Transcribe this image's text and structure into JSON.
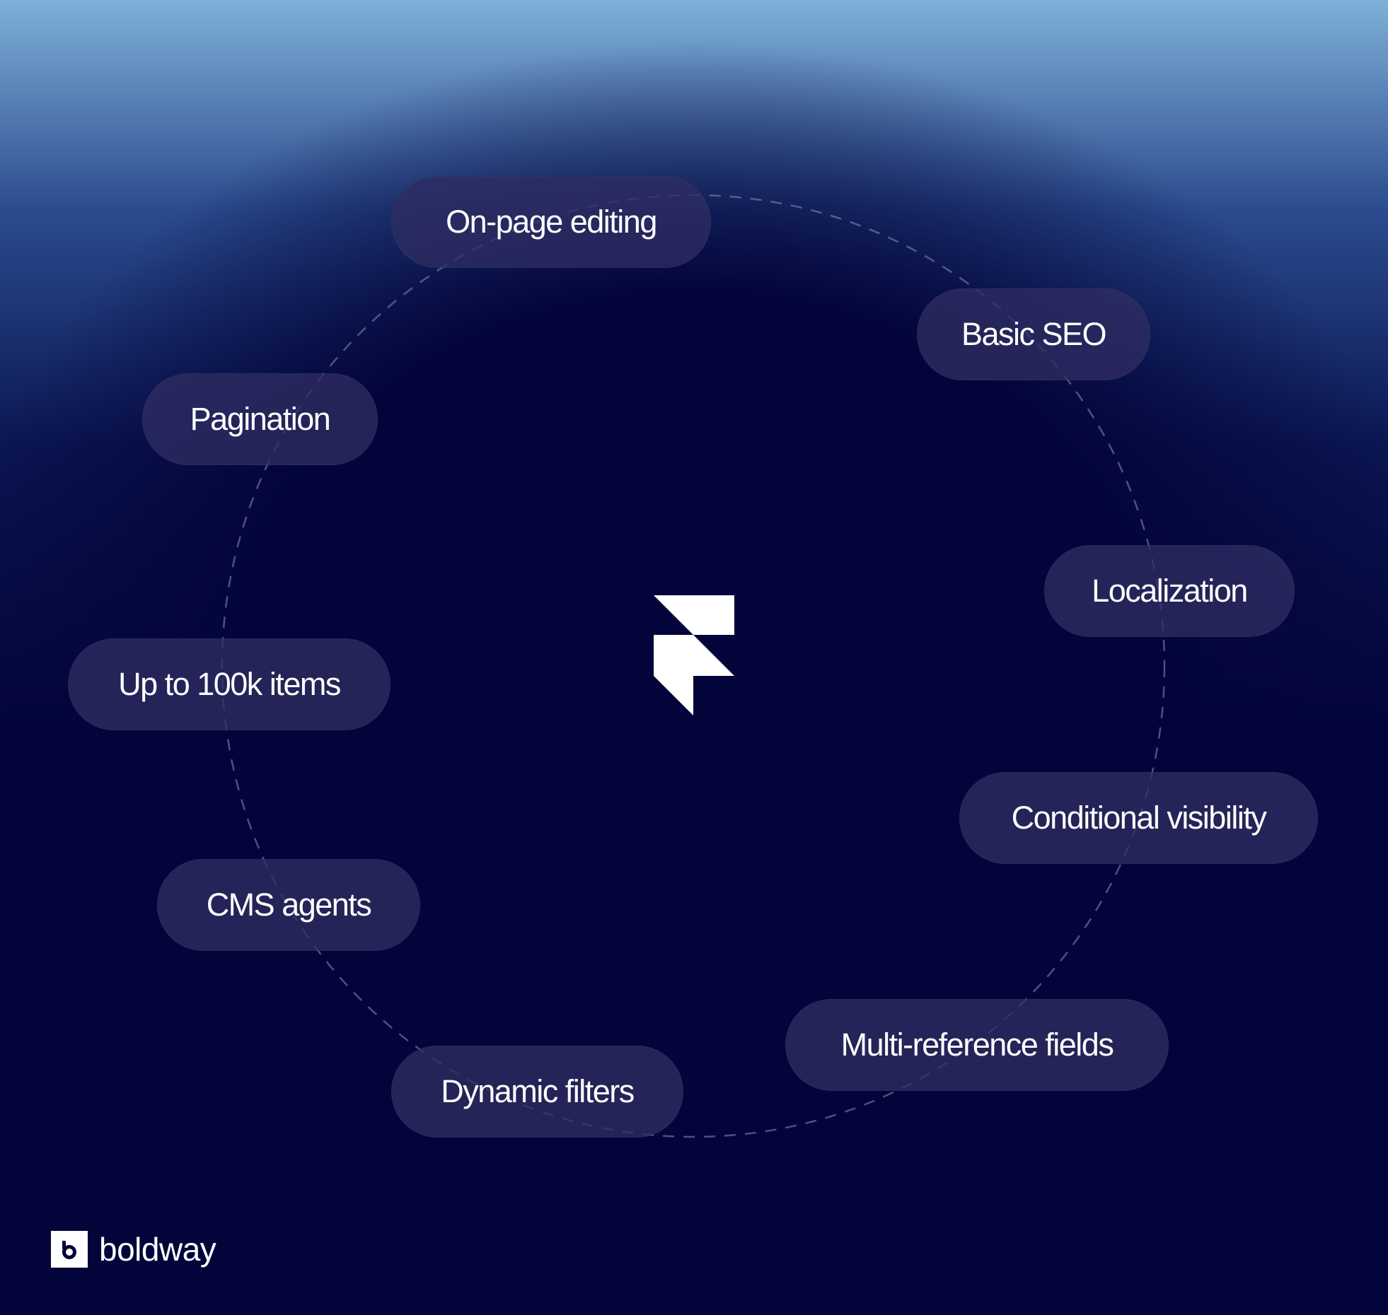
{
  "features": {
    "on_page_editing": "On-page editing",
    "basic_seo": "Basic SEO",
    "pagination": "Pagination",
    "localization": "Localization",
    "up_to_100k_items": "Up to 100k items",
    "conditional_visibility": "Conditional visibility",
    "cms_agents": "CMS agents",
    "multi_reference_fields": "Multi-reference fields",
    "dynamic_filters": "Dynamic filters"
  },
  "center_logo": {
    "icon": "framer-logo-icon",
    "color": "#ffffff"
  },
  "brand": {
    "icon": "boldway-b-icon",
    "name": "boldway"
  },
  "colors": {
    "background": "#03053a",
    "glow": "#7fb0d8",
    "pill": "#2e2d62",
    "text": "#ffffff",
    "ring": "#8a8fb8"
  }
}
